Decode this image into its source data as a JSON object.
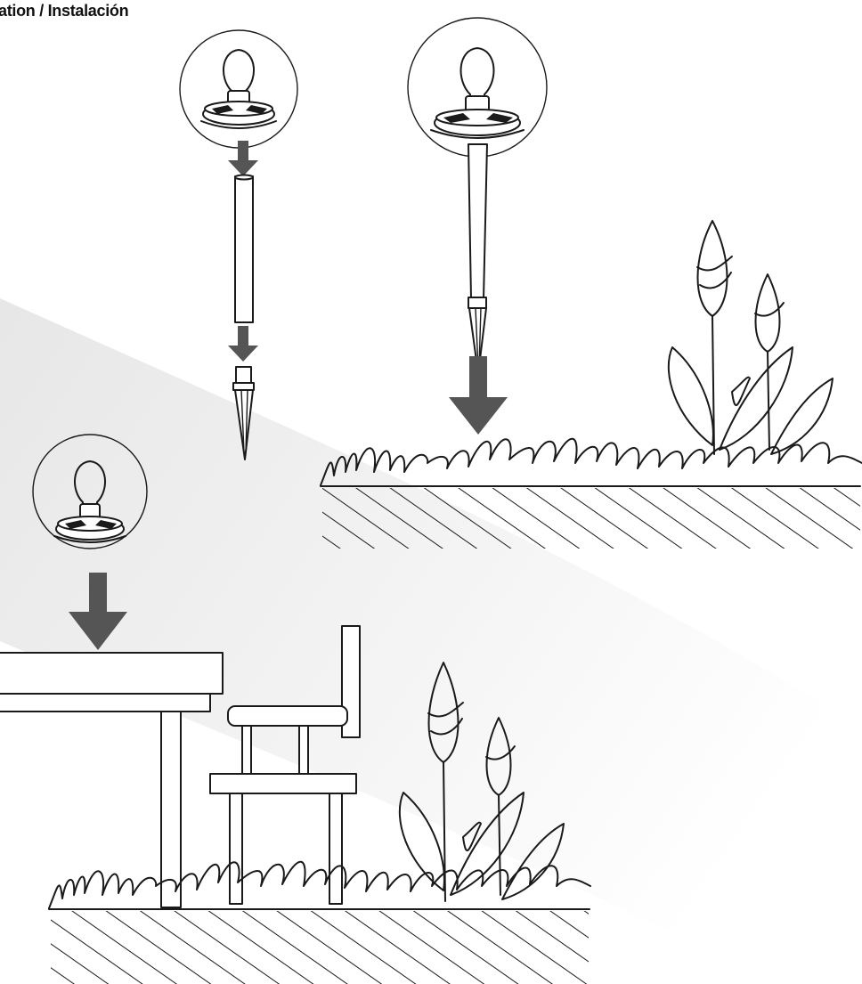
{
  "title": "ation / Instalación",
  "colors": {
    "line": "#1a1a1a",
    "arrow": "#555555",
    "background": "#ffffff",
    "shade": "#e4e4e4"
  },
  "steps": [
    {
      "name": "assemble-stake",
      "icons": [
        "solar-globe-lamp-icon",
        "down-arrow-icon",
        "stake-tube-icon",
        "down-arrow-icon",
        "ground-spike-icon"
      ]
    },
    {
      "name": "insert-into-ground",
      "icons": [
        "solar-globe-lamp-icon",
        "down-arrow-icon",
        "grass-ground-icon",
        "tulip-plant-icon"
      ]
    },
    {
      "name": "place-on-table",
      "icons": [
        "solar-globe-lamp-icon",
        "down-arrow-icon",
        "table-icon",
        "chair-icon",
        "tulip-plant-icon"
      ]
    }
  ]
}
